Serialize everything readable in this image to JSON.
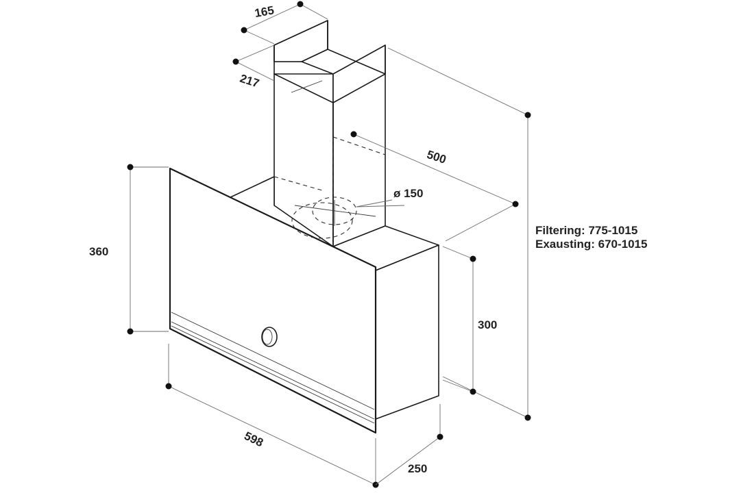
{
  "dimensions": {
    "chimney_width": "165",
    "chimney_depth": "217",
    "chimney_offset": "500",
    "outlet_diameter": "ø 150",
    "glass_height": "360",
    "body_height": "300",
    "hood_width": "598",
    "hood_depth": "250"
  },
  "notes": {
    "filtering": "Filtering: 775-1015",
    "exhausting": "Exausting: 670-1015"
  }
}
